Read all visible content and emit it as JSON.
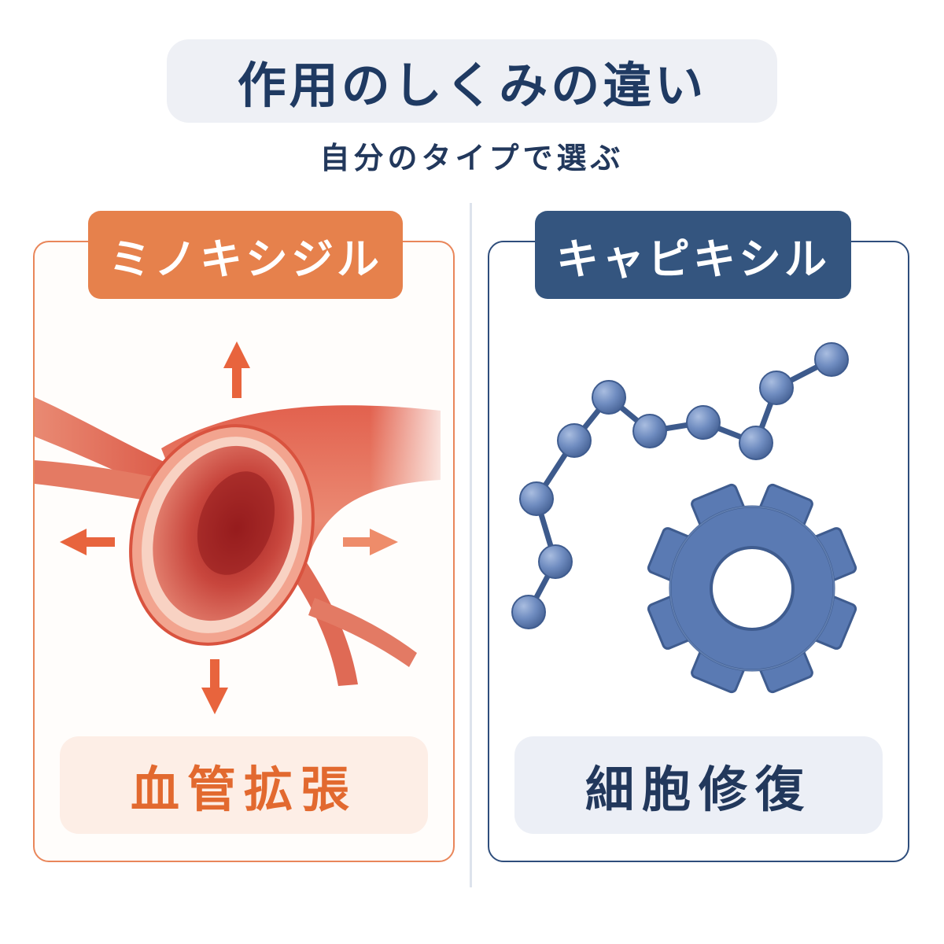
{
  "header": {
    "title": "作用のしくみの違い",
    "subtitle": "自分のタイプで選ぶ"
  },
  "left": {
    "label": "ミノキシジル",
    "result": "血管拡張",
    "accent": "#e6814c",
    "icon": "blood-vessel-icon"
  },
  "right": {
    "label": "キャピキシル",
    "result": "細胞修復",
    "accent": "#34557f",
    "icon": "gear-icon"
  }
}
